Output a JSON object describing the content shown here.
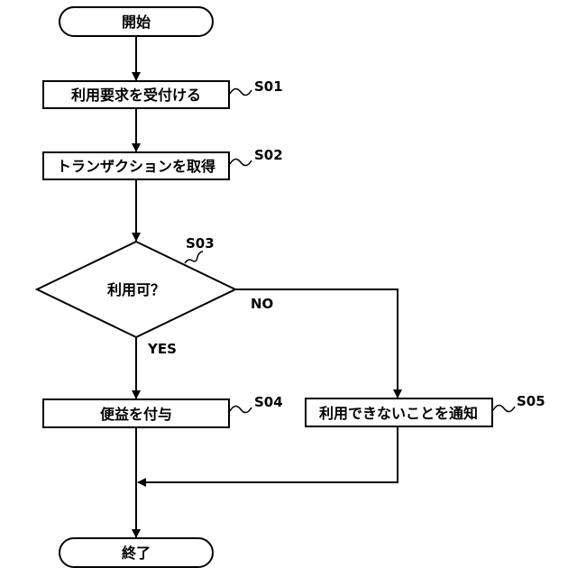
{
  "flowchart": {
    "start": {
      "label": "開始"
    },
    "s01": {
      "label": "利用要求を受付ける",
      "step": "S01"
    },
    "s02": {
      "label": "トランザクションを取得",
      "step": "S02"
    },
    "s03": {
      "label": "利用可？",
      "step": "S03",
      "yes_label": "YES",
      "no_label": "NO"
    },
    "s04": {
      "label": "便益を付与",
      "step": "S04"
    },
    "s05": {
      "label": "利用できないことを通知",
      "step": "S05"
    },
    "end": {
      "label": "終了"
    }
  },
  "colors": {
    "stroke": "#000000",
    "background": "#ffffff"
  }
}
